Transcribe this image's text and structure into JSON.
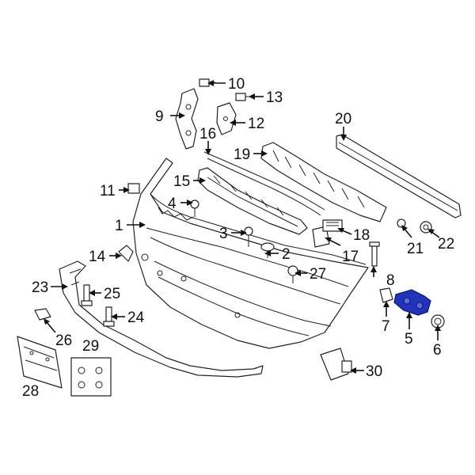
{
  "highlight_color": "#2233bb",
  "callouts": [
    {
      "id": "1",
      "text": "1"
    },
    {
      "id": "2",
      "text": "2"
    },
    {
      "id": "3",
      "text": "3"
    },
    {
      "id": "4",
      "text": "4"
    },
    {
      "id": "5",
      "text": "5",
      "highlighted": true
    },
    {
      "id": "6",
      "text": "6"
    },
    {
      "id": "7",
      "text": "7"
    },
    {
      "id": "8",
      "text": "8"
    },
    {
      "id": "9",
      "text": "9"
    },
    {
      "id": "10",
      "text": "10"
    },
    {
      "id": "11",
      "text": "11"
    },
    {
      "id": "12",
      "text": "12"
    },
    {
      "id": "13",
      "text": "13"
    },
    {
      "id": "14",
      "text": "14"
    },
    {
      "id": "15",
      "text": "15"
    },
    {
      "id": "16",
      "text": "16"
    },
    {
      "id": "17",
      "text": "17"
    },
    {
      "id": "18",
      "text": "18"
    },
    {
      "id": "19",
      "text": "19"
    },
    {
      "id": "20",
      "text": "20"
    },
    {
      "id": "21",
      "text": "21"
    },
    {
      "id": "22",
      "text": "22"
    },
    {
      "id": "23",
      "text": "23"
    },
    {
      "id": "24",
      "text": "24"
    },
    {
      "id": "25",
      "text": "25"
    },
    {
      "id": "26",
      "text": "26"
    },
    {
      "id": "27",
      "text": "27"
    },
    {
      "id": "28",
      "text": "28"
    },
    {
      "id": "29",
      "text": "29"
    },
    {
      "id": "30",
      "text": "30"
    }
  ]
}
